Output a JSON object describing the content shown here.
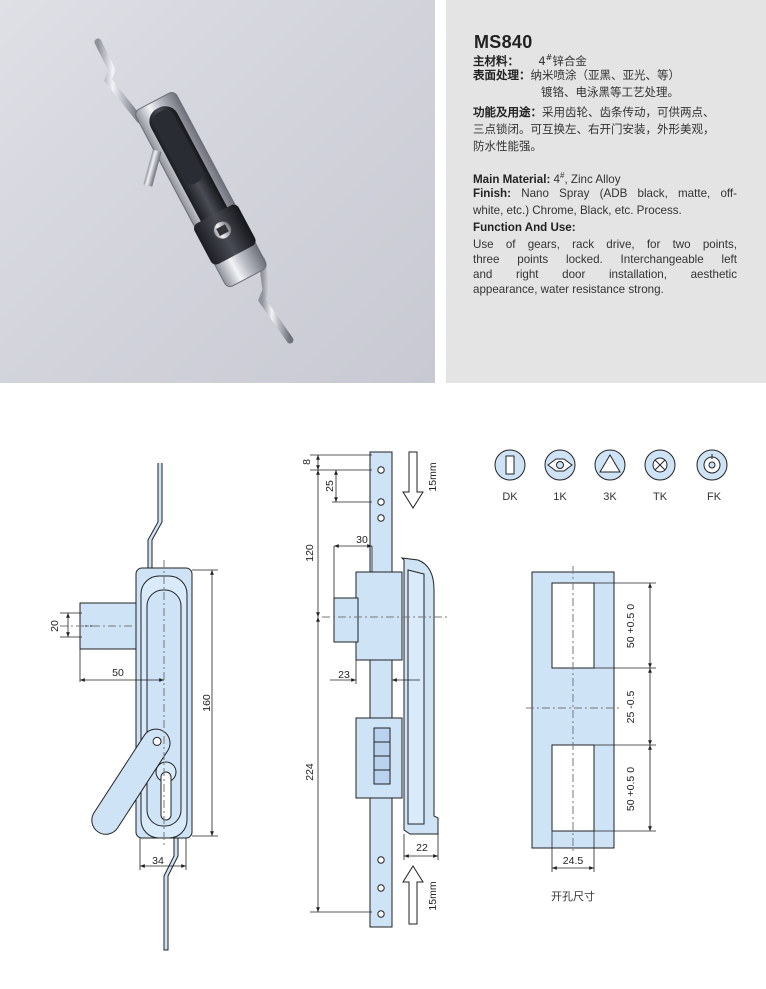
{
  "product": {
    "model": "MS840",
    "cn": {
      "material_label": "主材料：",
      "material_num": "4",
      "material_sup": "#",
      "material_value": "锌合金",
      "finish_label": "表面处理：",
      "finish_line1": "纳米喷涂（亚黑、亚光、等）",
      "finish_line2": "镀铬、电泳黑等工艺处理。",
      "function_label": "功能及用途：",
      "function_line1": "采用齿轮、齿条传动，可供两点、",
      "function_line2": "三点锁闭。可互换左、右开门安装，外形美观，",
      "function_line3": "防水性能强。"
    },
    "en": {
      "material_label": "Main Material:",
      "material_num": "4",
      "material_sup": "#",
      "material_value": ", Zinc Alloy",
      "finish_label": "Finish:",
      "finish_line1": "Nano Spray (ADB black, matte, off-",
      "finish_line2": "white, etc.) Chrome, Black, etc. Process.",
      "function_label": "Function And Use:",
      "function_line1": "Use of gears, rack drive, for two points,",
      "function_line2": "three points locked. Interchangeable left",
      "function_line3": "and right door installation, aesthetic",
      "function_line4": "appearance, water resistance strong."
    }
  },
  "key_types": [
    {
      "code": "DK",
      "icon": "slot-key-icon"
    },
    {
      "code": "1K",
      "icon": "single-blade-key-icon"
    },
    {
      "code": "3K",
      "icon": "triangle-key-icon"
    },
    {
      "code": "TK",
      "icon": "cross-key-icon"
    },
    {
      "code": "FK",
      "icon": "round-key-icon"
    }
  ],
  "front_view_dims": {
    "d20": "20",
    "d50": "50",
    "d160": "160",
    "d34": "34"
  },
  "side_view_dims": {
    "d8": "8",
    "d25": "25",
    "d120": "120",
    "d30": "30",
    "d23": "23",
    "d224": "224",
    "d22": "22",
    "travel_top": "15mm",
    "travel_bottom": "15mm"
  },
  "cutout": {
    "title": "开孔尺寸",
    "width": "24.5",
    "slot_height_top": "50",
    "slot_height_top_tol": "+0.5 0",
    "gap": "25",
    "gap_tol": "-0.5",
    "slot_height_bottom": "50",
    "slot_height_bottom_tol": "+0.5 0"
  },
  "colors": {
    "drawing_fill": "#cfe3f7",
    "photo_bg": "#d3d4dc",
    "spec_bg": "#e4e4e4"
  }
}
